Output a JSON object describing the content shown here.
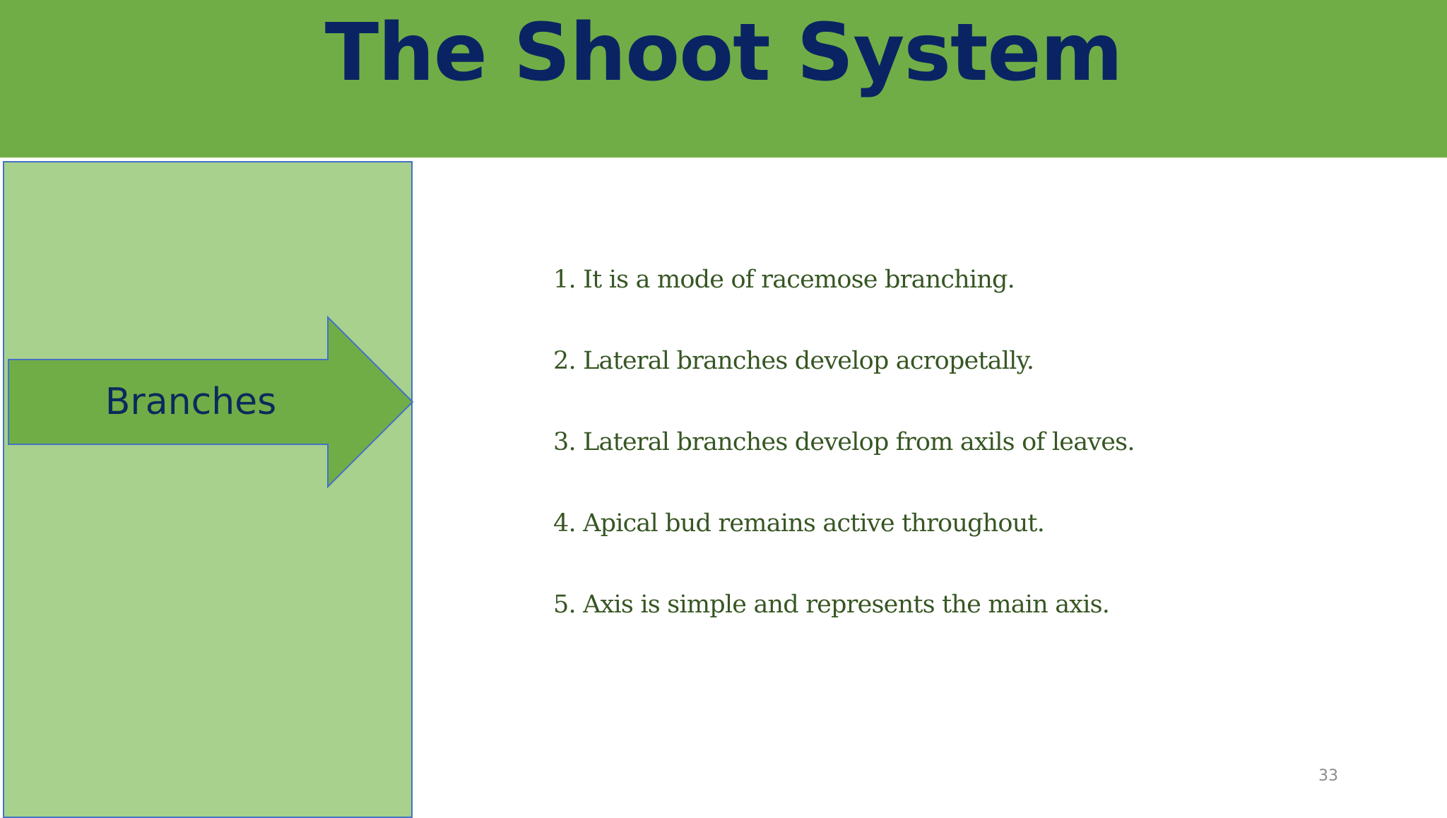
{
  "slide": {
    "title": "The Shoot System",
    "arrow_label": "Branches",
    "points": [
      "1. It is a mode of racemose branching.",
      "2. Lateral branches develop acropetally.",
      "3. Lateral branches develop from axils of leaves.",
      "4. Apical bud remains active throughout.",
      "5. Axis is simple and represents the main axis."
    ],
    "slide_number": "33"
  },
  "colors": {
    "title_bar": "#70ad47",
    "title_text": "#0a2463",
    "side_panel": "#a9d18e",
    "side_panel_border": "#4472c4",
    "arrow_fill": "#70ad47",
    "arrow_border": "#4472c4",
    "arrow_text": "#0b2a5c",
    "point_text": "#375623",
    "slide_number": "#8c8c8c"
  }
}
